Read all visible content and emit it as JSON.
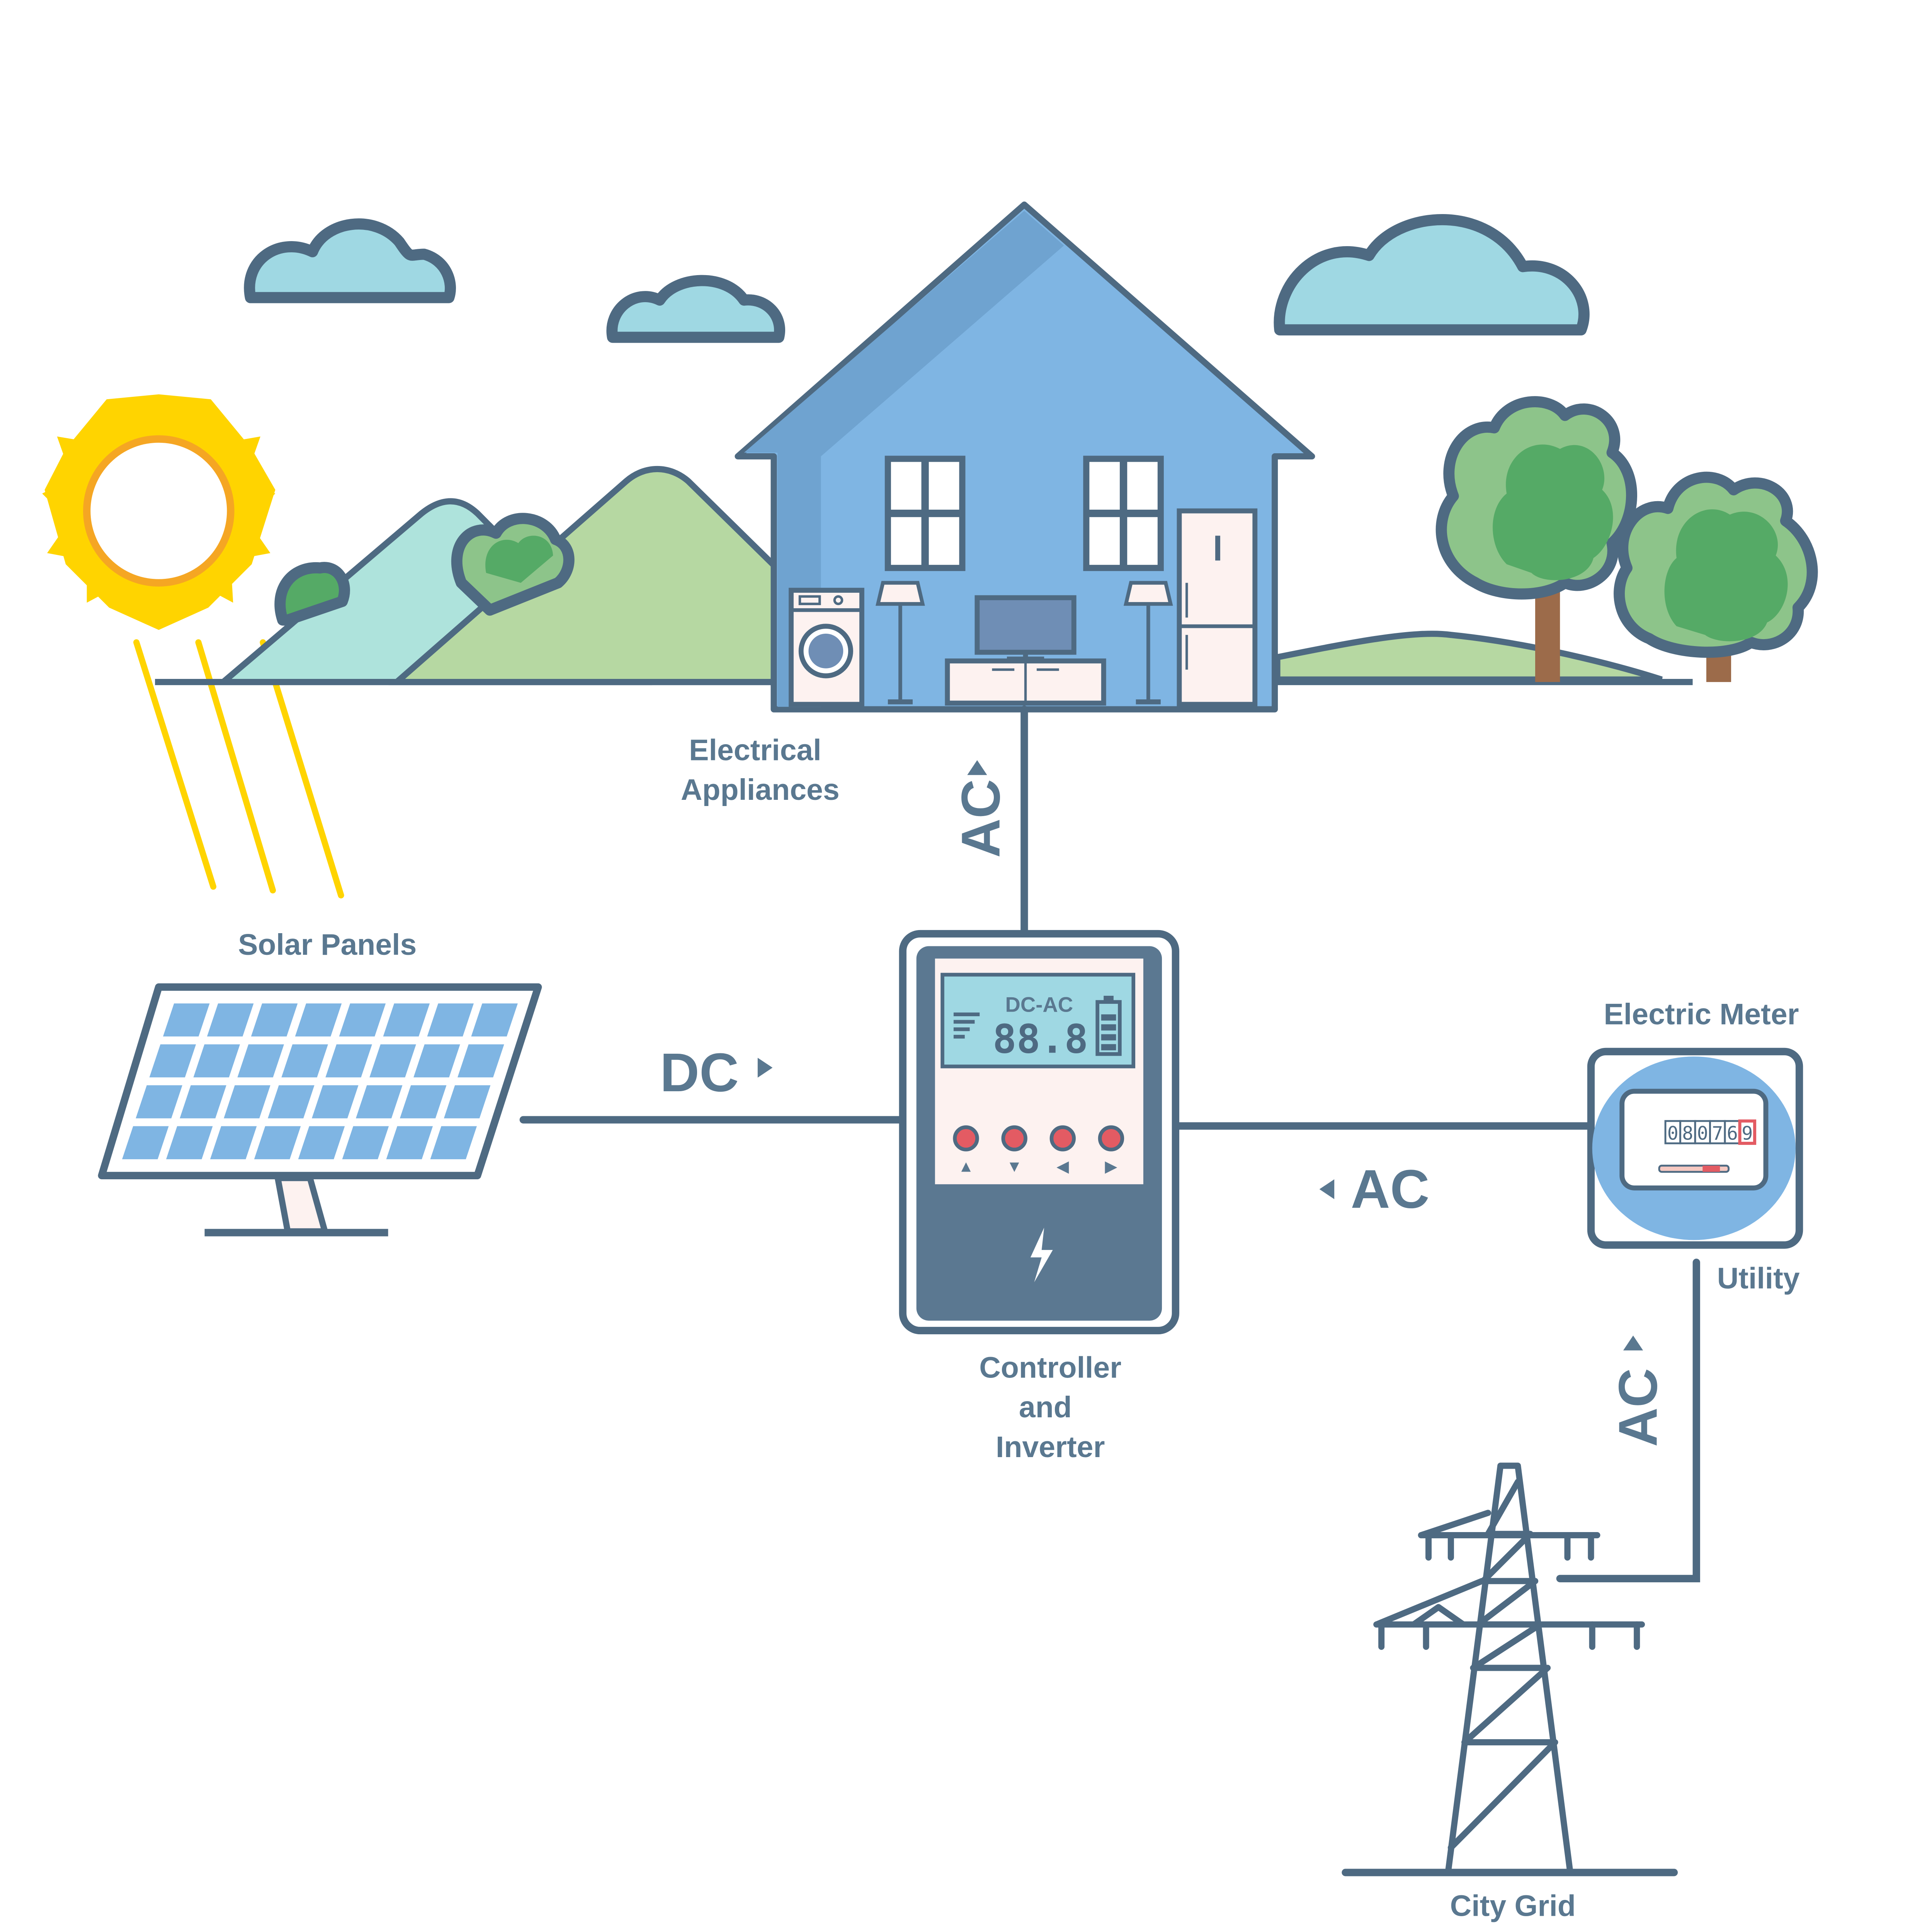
{
  "labels": {
    "appliances_1": "Electrical",
    "appliances_2": "Appliances",
    "solar_panels": "Solar Panels",
    "controller_1": "Controller",
    "controller_2": "and",
    "controller_3": "Inverter",
    "electric_meter": "Electric Meter",
    "utility": "Utility",
    "city_grid": "City Grid"
  },
  "flows": {
    "dc": "DC",
    "ac_house": "AC",
    "ac_meter": "AC",
    "ac_grid": "AC"
  },
  "inverter": {
    "mode": "DC-AC",
    "readout": "88.8",
    "buttons": [
      "▲",
      "▼",
      "◀",
      "▶"
    ]
  },
  "meter": {
    "digits": [
      "0",
      "8",
      "0",
      "7",
      "6",
      "9"
    ]
  },
  "colors": {
    "outline": "#4e6a82",
    "label": "#5a7890",
    "house": "#7fb5e3",
    "sun": "#ffd400",
    "cloud": "#9fd8e3",
    "panel_cell": "#7fb5e3",
    "button_red": "#e35b63"
  }
}
